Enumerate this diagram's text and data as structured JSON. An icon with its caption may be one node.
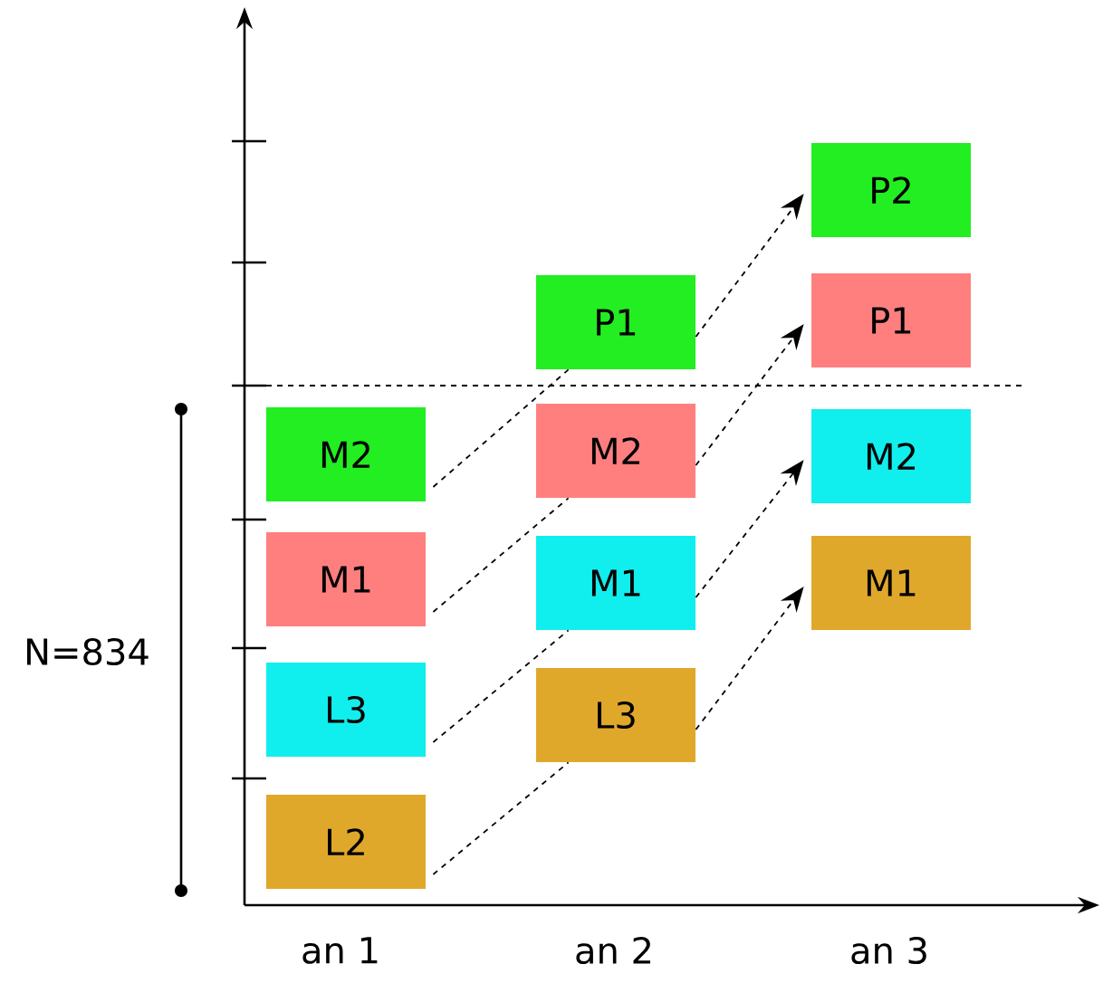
{
  "diagram": {
    "nodes": [
      {
        "text": [
          "M2"
        ]
      },
      {
        "text": [
          "M1"
        ]
      },
      {
        "text": [
          "L3"
        ]
      },
      {
        "text": [
          "L2"
        ]
      },
      {
        "text": [
          "P1"
        ]
      },
      {
        "text": [
          "M2"
        ]
      },
      {
        "text": [
          "M1"
        ]
      },
      {
        "text": [
          "L3"
        ]
      },
      {
        "text": [
          "P2"
        ]
      },
      {
        "text": [
          "P1"
        ]
      },
      {
        "text": [
          "M2"
        ]
      },
      {
        "text": [
          "M1"
        ]
      }
    ],
    "edges": [
      {
        "from": 0,
        "to": 4,
        "arrow": "none",
        "style": "dashed"
      },
      {
        "from": 4,
        "to": 8,
        "arrow": "to",
        "style": "dashed"
      },
      {
        "from": 1,
        "to": 5,
        "arrow": "none",
        "style": "dashed"
      },
      {
        "from": 5,
        "to": 9,
        "arrow": "to",
        "style": "dashed"
      },
      {
        "from": 2,
        "to": 6,
        "arrow": "none",
        "style": "dashed"
      },
      {
        "from": 6,
        "to": 10,
        "arrow": "to",
        "style": "dashed"
      },
      {
        "from": 3,
        "to": 7,
        "arrow": "none",
        "style": "dashed"
      },
      {
        "from": 7,
        "to": 11,
        "arrow": "to",
        "style": "dashed"
      }
    ],
    "labels": [
      "N=834",
      "an 1",
      "an 2",
      "an 3"
    ]
  }
}
